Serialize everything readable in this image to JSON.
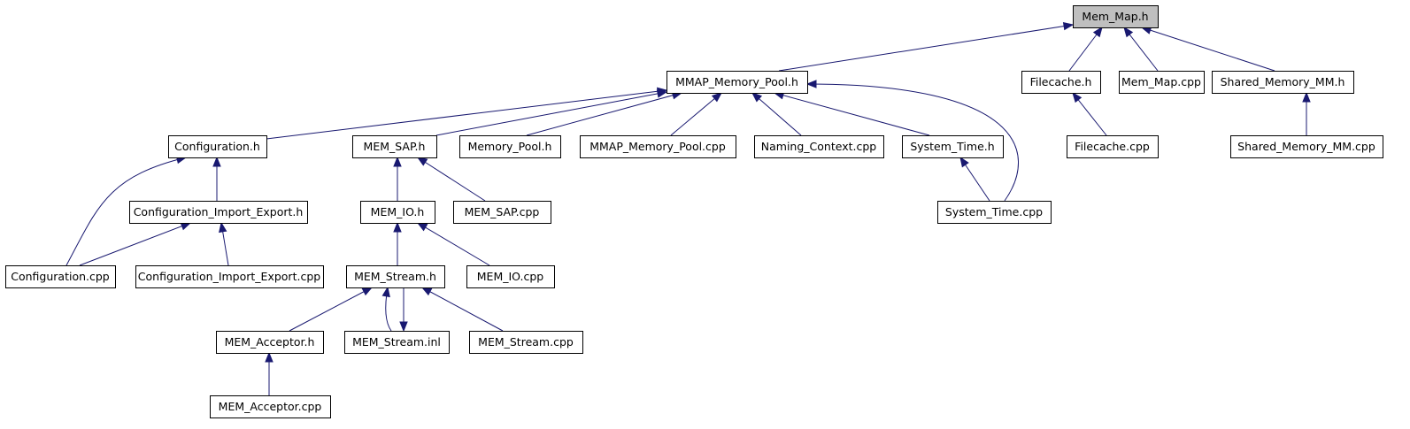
{
  "nodes": [
    {
      "id": "mem_map_h",
      "label": "Mem_Map.h",
      "root": true
    },
    {
      "id": "mmap_memory_pool_h",
      "label": "MMAP_Memory_Pool.h"
    },
    {
      "id": "filecache_h",
      "label": "Filecache.h"
    },
    {
      "id": "mem_map_cpp",
      "label": "Mem_Map.cpp"
    },
    {
      "id": "shared_memory_mm_h",
      "label": "Shared_Memory_MM.h"
    },
    {
      "id": "configuration_h",
      "label": "Configuration.h"
    },
    {
      "id": "mem_sap_h",
      "label": "MEM_SAP.h"
    },
    {
      "id": "memory_pool_h",
      "label": "Memory_Pool.h"
    },
    {
      "id": "mmap_memory_pool_cpp",
      "label": "MMAP_Memory_Pool.cpp"
    },
    {
      "id": "naming_context_cpp",
      "label": "Naming_Context.cpp"
    },
    {
      "id": "system_time_h",
      "label": "System_Time.h"
    },
    {
      "id": "filecache_cpp",
      "label": "Filecache.cpp"
    },
    {
      "id": "shared_memory_mm_cpp",
      "label": "Shared_Memory_MM.cpp"
    },
    {
      "id": "configuration_import_export_h",
      "label": "Configuration_Import_Export.h"
    },
    {
      "id": "mem_io_h",
      "label": "MEM_IO.h"
    },
    {
      "id": "mem_sap_cpp",
      "label": "MEM_SAP.cpp"
    },
    {
      "id": "system_time_cpp",
      "label": "System_Time.cpp"
    },
    {
      "id": "configuration_cpp",
      "label": "Configuration.cpp"
    },
    {
      "id": "configuration_import_export_cpp",
      "label": "Configuration_Import_Export.cpp"
    },
    {
      "id": "mem_stream_h",
      "label": "MEM_Stream.h"
    },
    {
      "id": "mem_io_cpp",
      "label": "MEM_IO.cpp"
    },
    {
      "id": "mem_acceptor_h",
      "label": "MEM_Acceptor.h"
    },
    {
      "id": "mem_stream_inl",
      "label": "MEM_Stream.inl"
    },
    {
      "id": "mem_stream_cpp",
      "label": "MEM_Stream.cpp"
    },
    {
      "id": "mem_acceptor_cpp",
      "label": "MEM_Acceptor.cpp"
    }
  ],
  "edges": [
    {
      "from": "mmap_memory_pool_h",
      "to": "mem_map_h"
    },
    {
      "from": "filecache_h",
      "to": "mem_map_h"
    },
    {
      "from": "mem_map_cpp",
      "to": "mem_map_h"
    },
    {
      "from": "shared_memory_mm_h",
      "to": "mem_map_h"
    },
    {
      "from": "configuration_h",
      "to": "mmap_memory_pool_h"
    },
    {
      "from": "mem_sap_h",
      "to": "mmap_memory_pool_h"
    },
    {
      "from": "memory_pool_h",
      "to": "mmap_memory_pool_h"
    },
    {
      "from": "mmap_memory_pool_cpp",
      "to": "mmap_memory_pool_h"
    },
    {
      "from": "naming_context_cpp",
      "to": "mmap_memory_pool_h"
    },
    {
      "from": "system_time_h",
      "to": "mmap_memory_pool_h"
    },
    {
      "from": "system_time_cpp",
      "to": "mmap_memory_pool_h"
    },
    {
      "from": "filecache_cpp",
      "to": "filecache_h"
    },
    {
      "from": "shared_memory_mm_cpp",
      "to": "shared_memory_mm_h"
    },
    {
      "from": "configuration_import_export_h",
      "to": "configuration_h"
    },
    {
      "from": "configuration_cpp",
      "to": "configuration_h"
    },
    {
      "from": "configuration_cpp",
      "to": "configuration_import_export_h"
    },
    {
      "from": "configuration_import_export_cpp",
      "to": "configuration_import_export_h"
    },
    {
      "from": "mem_io_h",
      "to": "mem_sap_h"
    },
    {
      "from": "mem_sap_cpp",
      "to": "mem_sap_h"
    },
    {
      "from": "mem_stream_h",
      "to": "mem_io_h"
    },
    {
      "from": "mem_io_cpp",
      "to": "mem_io_h"
    },
    {
      "from": "mem_acceptor_h",
      "to": "mem_stream_h"
    },
    {
      "from": "mem_stream_inl",
      "to": "mem_stream_h"
    },
    {
      "from": "mem_stream_h",
      "to": "mem_stream_inl"
    },
    {
      "from": "mem_stream_cpp",
      "to": "mem_stream_h"
    },
    {
      "from": "mem_acceptor_cpp",
      "to": "mem_acceptor_h"
    },
    {
      "from": "system_time_cpp",
      "to": "system_time_h"
    }
  ],
  "colors": {
    "edge": "#191970",
    "node_border": "#000000",
    "node_fill": "#ffffff",
    "root_fill": "#bfbfbf"
  }
}
